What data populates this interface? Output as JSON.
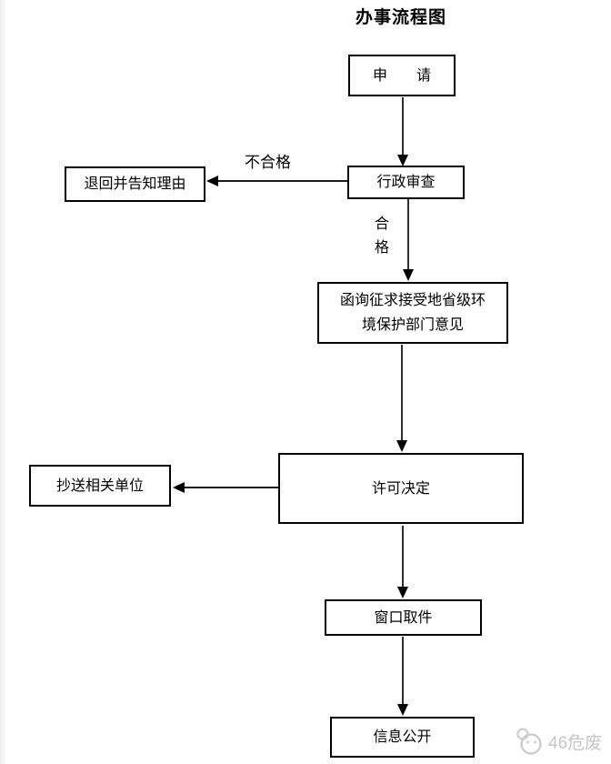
{
  "page": {
    "title": "办事流程图"
  },
  "flowchart": {
    "nodes": {
      "apply": "申　　请",
      "review": "行政审查",
      "return_reason": "退回并告知理由",
      "consult": "函询征求接受地省级环\n境保护部门意见",
      "decision": "许可决定",
      "copy_units": "抄送相关单位",
      "pickup": "窗口取件",
      "publish": "信息公开"
    },
    "edge_labels": {
      "unqualified": "不合格",
      "qualified": "合\n格"
    }
  },
  "watermark": {
    "text": "46危废",
    "icon": "mascot-logo-icon",
    "color": "#c6c6c6"
  },
  "colors": {
    "background": "#ffffff",
    "box_border": "#000000",
    "line": "#2f2f2f"
  }
}
